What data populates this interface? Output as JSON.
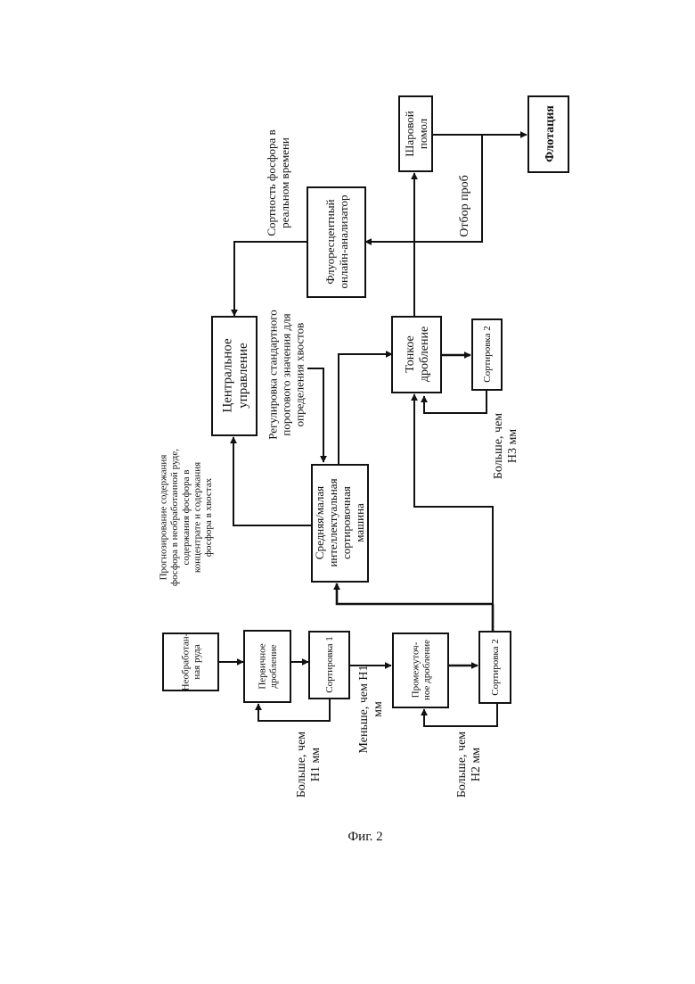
{
  "diagram": {
    "boxes": {
      "raw_ore": [
        "Необработан-",
        "ная руда"
      ],
      "primary_crushing": [
        "Первичное",
        "дробление"
      ],
      "sorting_1": [
        "Сортировка 1"
      ],
      "intermediate_crushing": [
        "Промежуточ-",
        "ное дробление"
      ],
      "sorting_2_lower": [
        "Сортировка 2"
      ],
      "sorting_machine": [
        "Средняя/малая",
        "интеллектуальная",
        "сортировочная",
        "машина"
      ],
      "central_control": [
        "Центральное",
        "управление"
      ],
      "fine_crushing": [
        "Тонкое",
        "дробление"
      ],
      "sorting_2_upper": [
        "Сортировка 2"
      ],
      "fluorescent_analyzer": [
        "Флуоресцентный",
        "онлайн-анализатор"
      ],
      "ball_mill": [
        "Шаровой",
        "помол"
      ],
      "flotation": [
        "Флотация"
      ]
    },
    "labels": {
      "larger_h1": [
        "Больше, чем",
        "H1 мм"
      ],
      "smaller_h1": [
        "Меньше, чем H1",
        "мм"
      ],
      "larger_h2": [
        "Больше, чем",
        "H2 мм"
      ],
      "larger_h3": [
        "Больше, чем",
        "H3 мм"
      ],
      "prediction": [
        "Прогнозирование содержания",
        "фосфора в необработанной руде,",
        "содержания фосфора в",
        "концентрате и содержания",
        "фосфора в хвостах"
      ],
      "threshold_adjust": [
        "Регулировка стандартного",
        "порогового значения для",
        "определения хвостов"
      ],
      "realtime_grade": [
        "Сортность фосфора в",
        "реальном времени"
      ],
      "sampling": [
        "Отбор проб"
      ]
    }
  },
  "caption": "Фиг. 2"
}
